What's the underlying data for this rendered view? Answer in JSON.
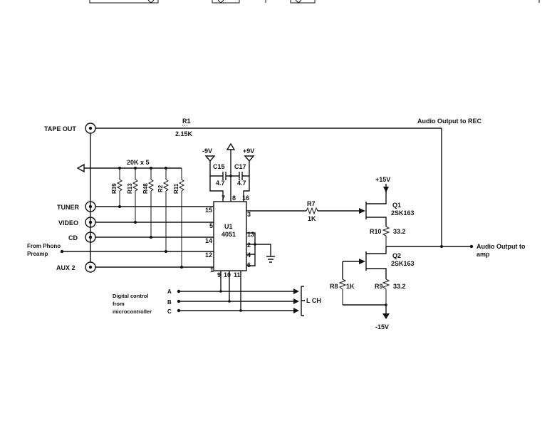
{
  "connectors": {
    "tape_out": "TAPE OUT",
    "tuner": "TUNER",
    "video": "VIDEO",
    "cd": "CD",
    "aux2": "AUX 2",
    "from_phono_line1": "From Phono",
    "from_phono_line2": "Preamp"
  },
  "resistors": {
    "r1": "R1",
    "r1_value": "2.15K",
    "network": "20K x 5",
    "r39": "R39",
    "r13": "R13",
    "r48": "R48",
    "r2": "R2",
    "r11": "R11",
    "r7": "R7",
    "r7_value": "1K",
    "r10": "R10",
    "r10_value": "33.2",
    "r8": "R8",
    "r8_value": "1K",
    "r9": "R9",
    "r9_value": "33.2"
  },
  "capacitors": {
    "c15": "C15",
    "c15_value": "4.7",
    "c17": "C17",
    "c17_value": "4.7"
  },
  "supplies": {
    "neg9": "-9V",
    "pos9": "+9V",
    "pos15": "+15V",
    "neg15": "-15V"
  },
  "ic": {
    "ref": "U1",
    "part": "4051",
    "pins": {
      "p7": "7",
      "p8": "8",
      "p16": "16",
      "p15": "15",
      "p5": "5",
      "p14": "14",
      "p12": "12",
      "p1": "1",
      "p3": "3",
      "p13": "13",
      "p2": "2",
      "p4": "4",
      "p6": "6",
      "p9": "9",
      "p10": "10",
      "p11": "11"
    }
  },
  "transistors": {
    "q1": "Q1",
    "q1_part": "2SK163",
    "q2": "Q2",
    "q2_part": "2SK163"
  },
  "outputs": {
    "rec": "Audio Output to REC",
    "amp_line1": "Audio Output to",
    "amp_line2": "amp"
  },
  "control": {
    "label_line1": "Digital control",
    "label_line2": "from",
    "label_line3": "microcontroller",
    "a": "A",
    "b": "B",
    "c": "C",
    "channel": "L CH"
  }
}
